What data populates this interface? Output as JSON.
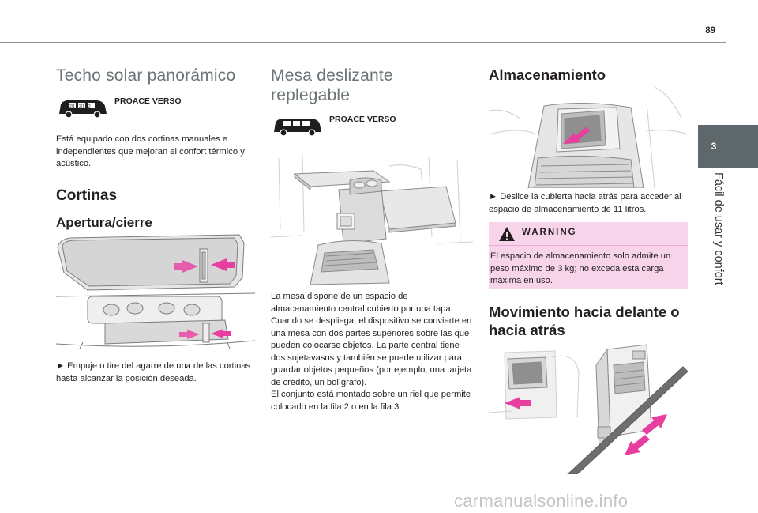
{
  "page_number": "89",
  "chapter": {
    "number": "3",
    "title": "Fácil de usar y confort"
  },
  "col1": {
    "title": "Techo solar panorámico",
    "model": "PROACE VERSO",
    "intro": "Está equipado con dos cortinas manuales e independientes que mejoran el confort térmico y acústico.",
    "section": "Cortinas",
    "subsection": "Apertura/cierre",
    "bullet": "► Empuje o tire del agarre de una de las cortinas hasta alcanzar la posición deseada."
  },
  "col2": {
    "title_line1": "Mesa deslizante",
    "title_line2": "replegable",
    "model": "PROACE VERSO",
    "body": "La mesa dispone de un espacio de almacenamiento central cubierto por una tapa. Cuando se despliega, el dispositivo se convierte en una mesa con dos partes superiores sobre las que pueden colocarse objetos. La parte central tiene dos sujetavasos y también se puede utilizar para guardar objetos pequeños (por ejemplo, una tarjeta de crédito, un bolígrafo).",
    "body2": "El conjunto está montado sobre un riel que permite colocarlo en la fila 2 o en la fila 3."
  },
  "col3": {
    "title": "Almacenamiento",
    "bullet": "► Deslice la cubierta hacia atrás para acceder al espacio de almacenamiento de 11 litros.",
    "warning_title": "WARNING",
    "warning_text": "El espacio de almacenamiento solo admite un peso máximo de 3 kg; no exceda esta carga máxima en uso.",
    "section_line1": "Movimiento hacia delante o",
    "section_line2": "hacia atrás"
  },
  "watermark": "carmanualsonline.info",
  "colors": {
    "accent_tab": "#5e6769",
    "warning_bg": "#f7d4ea",
    "arrow_pink": "#e83e9f",
    "heading_grey": "#6c7477"
  }
}
